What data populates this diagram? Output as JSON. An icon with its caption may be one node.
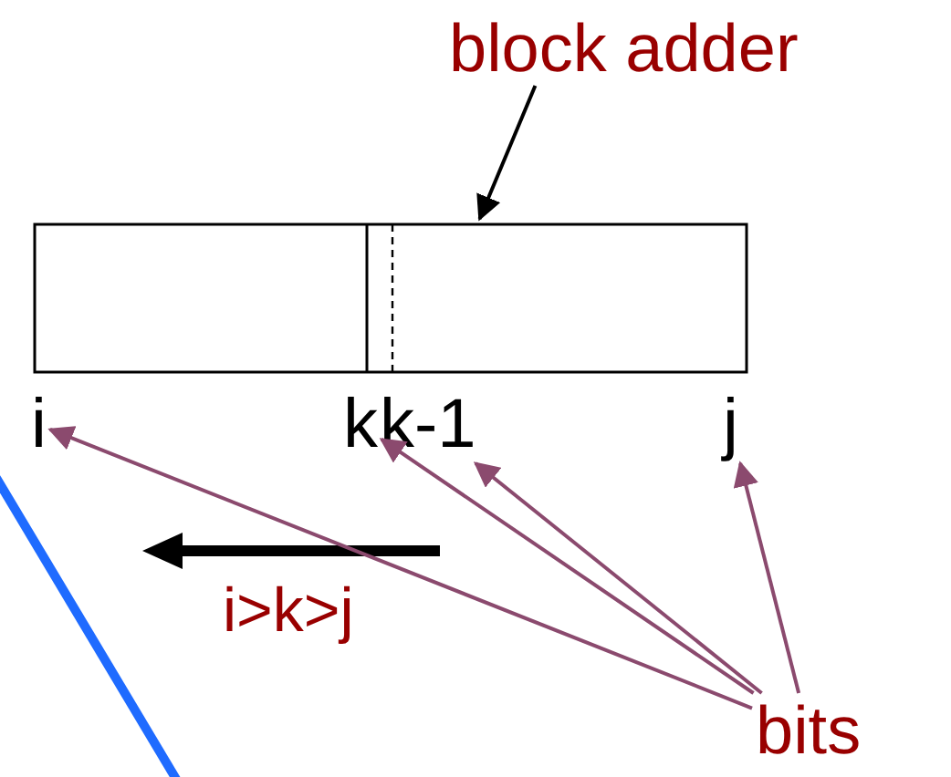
{
  "diagram": {
    "nodes": [
      {
        "text": [
          "block adder"
        ]
      },
      {
        "text": [],
        "shape": "box"
      },
      {
        "text": [
          "i"
        ]
      },
      {
        "text": [
          "k"
        ]
      },
      {
        "text": [
          "k-1"
        ]
      },
      {
        "text": [
          "j"
        ]
      },
      {
        "text": [
          "bits"
        ]
      }
    ],
    "edges": [
      {
        "from": 0,
        "to": 1,
        "arrow": "to",
        "color": "#000000"
      },
      {
        "from": 6,
        "to": 2,
        "arrow": "to"
      },
      {
        "from": 6,
        "to": 3,
        "arrow": "to"
      },
      {
        "from": 6,
        "to": 4,
        "arrow": "to"
      },
      {
        "from": 6,
        "to": 5,
        "arrow": "to"
      }
    ],
    "labels": [
      "i>k>j"
    ]
  }
}
